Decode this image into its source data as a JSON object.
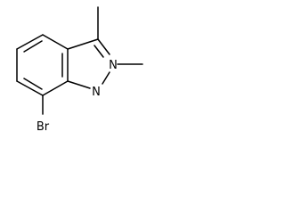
{
  "molecule": {
    "atoms": {
      "bromine": "Br",
      "nitrogen_1": "N",
      "nitrogen_2": "N"
    },
    "text_color": "#000000",
    "bond_color": "#000000",
    "background": "#ffffff"
  }
}
